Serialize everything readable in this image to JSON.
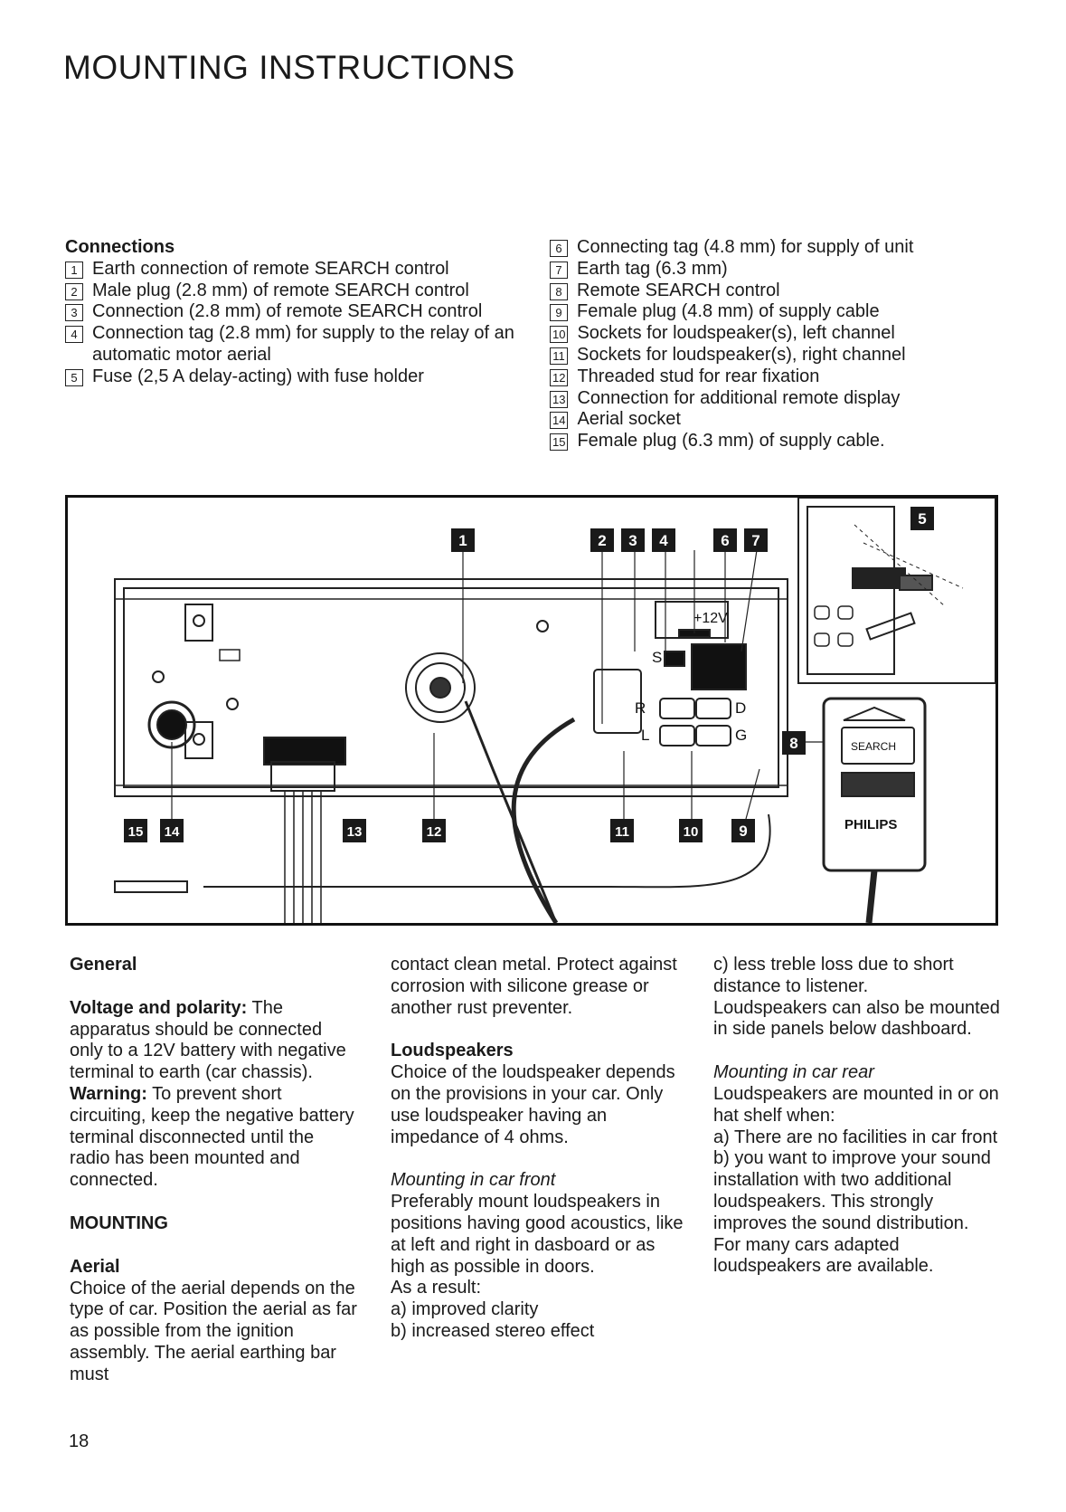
{
  "page": {
    "title": "MOUNTING INSTRUCTIONS",
    "page_number": "18"
  },
  "connections": {
    "heading": "Connections",
    "items": [
      {
        "num": "1",
        "text": "Earth connection of remote SEARCH control"
      },
      {
        "num": "2",
        "text": "Male plug (2.8 mm) of remote SEARCH control"
      },
      {
        "num": "3",
        "text": "Connection (2.8 mm) of remote SEARCH control"
      },
      {
        "num": "4",
        "text": "Connection tag (2.8 mm) for supply to the relay of an automatic motor aerial"
      },
      {
        "num": "5",
        "text": "Fuse (2,5 A delay-acting) with fuse holder"
      },
      {
        "num": "6",
        "text": "Connecting tag (4.8 mm) for supply of unit"
      },
      {
        "num": "7",
        "text": "Earth tag (6.3 mm)"
      },
      {
        "num": "8",
        "text": "Remote SEARCH control"
      },
      {
        "num": "9",
        "text": "Female plug (4.8 mm) of supply cable"
      },
      {
        "num": "10",
        "text": "Sockets for loudspeaker(s), left channel"
      },
      {
        "num": "11",
        "text": "Sockets for loudspeaker(s), right channel"
      },
      {
        "num": "12",
        "text": "Threaded stud for rear fixation"
      },
      {
        "num": "13",
        "text": "Connection for additional remote display"
      },
      {
        "num": "14",
        "text": "Aerial socket"
      },
      {
        "num": "15",
        "text": "Female plug (6.3 mm) of supply cable."
      }
    ]
  },
  "diagram": {
    "callouts": [
      "1",
      "2",
      "3",
      "4",
      "5",
      "6",
      "7",
      "8",
      "9",
      "10",
      "11",
      "12",
      "13",
      "14",
      "15"
    ],
    "labels": {
      "supply": "+12V",
      "s": "S",
      "r": "R",
      "l": "L",
      "d": "D",
      "g": "G",
      "search_button": "SEARCH",
      "brand": "PHILIPS"
    }
  },
  "body": {
    "general_heading": "General",
    "voltage_label": "Voltage and polarity:",
    "voltage_text": "The apparatus should be connected only to a 12V battery with negative terminal to earth (car chassis).",
    "warning_label": "Warning:",
    "warning_text": "To prevent short circuiting, keep the negative battery terminal disconnected until the radio has been mounted and connected.",
    "mounting_heading": "MOUNTING",
    "aerial_heading": "Aerial",
    "aerial_text": "Choice of the aerial depends on the type of car. Position the aerial as far as possible from the ignition assembly. The aerial earthing bar must",
    "aerial_cont": "contact clean metal. Protect against corrosion with silicone grease or another rust preventer.",
    "loudspeakers_heading": "Loudspeakers",
    "loudspeakers_text": "Choice of the loudspeaker depends on the provisions in your car. Only use loudspeaker having an impedance of 4 ohms.",
    "front_heading": "Mounting in car front",
    "front_text": "Preferably mount loudspeakers in positions having good acoustics, like at left and right in dasboard or as high as possible in doors.",
    "front_result": "As a result:",
    "front_a": "a)  improved clarity",
    "front_b": "b)  increased stereo effect",
    "front_c": "c)  less treble loss due to short distance to listener.",
    "front_extra": "Loudspeakers can also be mounted in side panels below dashboard.",
    "rear_heading": "Mounting in car rear",
    "rear_text": "Loudspeakers are mounted in or on hat shelf when:",
    "rear_a": "a)  There are no facilities in car front",
    "rear_b": "b)  you want to improve your sound installation with two additional loudspeakers. This strongly improves the sound distribution.",
    "rear_extra": "For many cars adapted loudspeakers are available."
  }
}
